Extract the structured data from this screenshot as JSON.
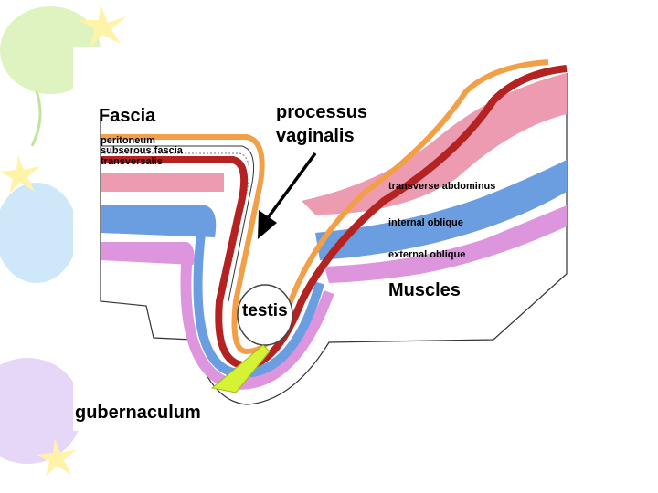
{
  "diagram": {
    "labels": {
      "fascia": "Fascia",
      "peritoneum": "peritoneum",
      "subserous_fascia": "subserous fascia",
      "transversalis": "transversalis",
      "processus_line1": "processus",
      "processus_line2": "vaginalis",
      "transverse_abdominus": "transverse abdominus",
      "internal_oblique": "internal oblique",
      "external_oblique": "external oblique",
      "muscles": "Muscles",
      "testis": "testis",
      "gubernaculum": "gubernaculum"
    },
    "colors": {
      "peritoneum": "#f2a047",
      "transversalis": "#b52222",
      "transverse_abdominus": "#ec9bb0",
      "internal_oblique": "#6b9ee0",
      "external_oblique": "#dd95dd",
      "gubernaculum": "#d6f236",
      "background_balloon_green": "#dff3c0",
      "background_balloon_blue": "#cfe8f9",
      "background_balloon_purple": "#e6d6f7",
      "background_balloon_yellow": "#fff3a8"
    }
  }
}
